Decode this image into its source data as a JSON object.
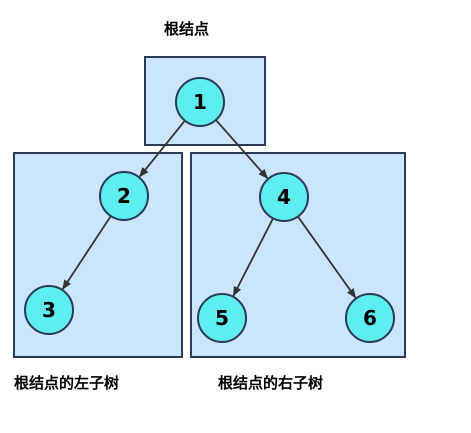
{
  "labels": {
    "root": "根结点",
    "left_subtree": "根结点的左子树",
    "right_subtree": "根结点的右子树"
  },
  "colors": {
    "box_fill": "#cce5ff",
    "box_stroke": "#2b3a55",
    "node_fill": "#5ceef0",
    "node_stroke": "#2b3a55",
    "edge": "#333333",
    "text": "#000000"
  },
  "nodes": [
    {
      "id": "1",
      "label": "1"
    },
    {
      "id": "2",
      "label": "2"
    },
    {
      "id": "3",
      "label": "3"
    },
    {
      "id": "4",
      "label": "4"
    },
    {
      "id": "5",
      "label": "5"
    },
    {
      "id": "6",
      "label": "6"
    }
  ],
  "edges": [
    {
      "from": "1",
      "to": "2"
    },
    {
      "from": "1",
      "to": "4"
    },
    {
      "from": "2",
      "to": "3"
    },
    {
      "from": "4",
      "to": "5"
    },
    {
      "from": "4",
      "to": "6"
    }
  ]
}
